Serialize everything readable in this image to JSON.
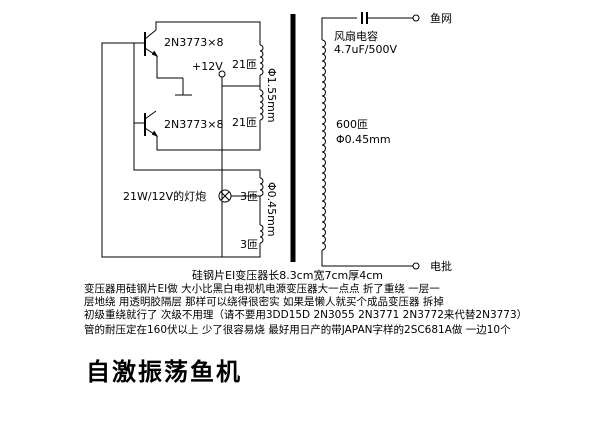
{
  "labels": {
    "transistor_top": "2N3773×8",
    "transistor_bottom": "2N3773×8",
    "supply": "+12V",
    "turns_primary_top": "21匝",
    "turns_primary_bottom": "21匝",
    "wire_primary": "Φ1.55mm",
    "lamp": "21W/12V的灯炮",
    "turns_feedback_top": "3匝",
    "turns_feedback_bottom": "3匝",
    "wire_feedback": "Φ0.45mm",
    "capacitor_name": "风扇电容",
    "capacitor_value": "4.7uF/500V",
    "output_top": "鱼网",
    "output_bottom": "电批",
    "turns_secondary": "600匝",
    "wire_secondary": "Φ0.45mm",
    "core_spec": "硅钢片EI变压器长8.3cm宽7cm厚4cm"
  },
  "notes": {
    "line1": "变压器用硅钢片EI做 大小比黑白电视机电源变压器大一点点 折了重绕 一层一",
    "line2": "层地绕 用透明胶隔层 那样可以绕得很密实 如果是懒人就买个成品变压器 拆掉",
    "line3": "初级重绕就行了 次级不用理（请不要用3DD15D 2N3055 2N3771 2N3772来代替2N3773）",
    "line4": "管的耐压定在160伏以上 少了很容易烧 最好用日产的带JAPAN字样的2SC681A做 一边10个"
  },
  "title": "自激振荡鱼机"
}
